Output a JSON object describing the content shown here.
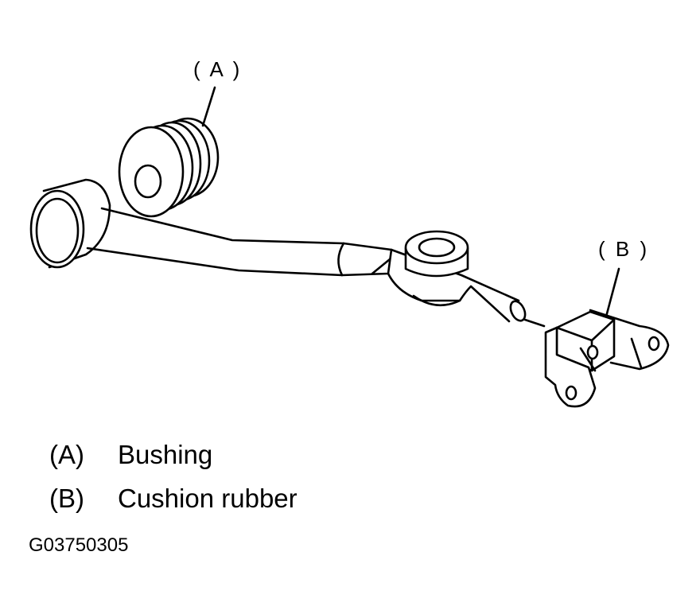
{
  "callouts": {
    "a": "( A )",
    "b": "( B )"
  },
  "legend": [
    {
      "key": "(A)",
      "text": "Bushing"
    },
    {
      "key": "(B)",
      "text": "Cushion rubber"
    }
  ],
  "figure_code": "G03750305"
}
